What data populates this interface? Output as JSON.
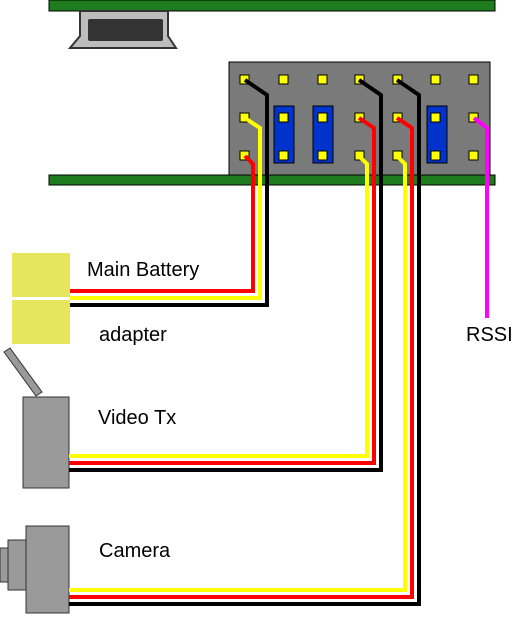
{
  "labels": {
    "main_battery": "Main Battery",
    "adapter": "adapter",
    "video_tx": "Video Tx",
    "camera": "Camera",
    "rssi": "RSSI"
  },
  "colors": {
    "board": "#1e7b1e",
    "header_block": "#7a7a7a",
    "pin": "#ffff00",
    "jumper": "#0033cc",
    "wire_red": "#ff0000",
    "wire_yellow": "#ffff00",
    "wire_black": "#000000",
    "wire_magenta": "#ff00ff",
    "battery_adapter": "#e6e65c",
    "device_gray": "#9a9a9a"
  }
}
